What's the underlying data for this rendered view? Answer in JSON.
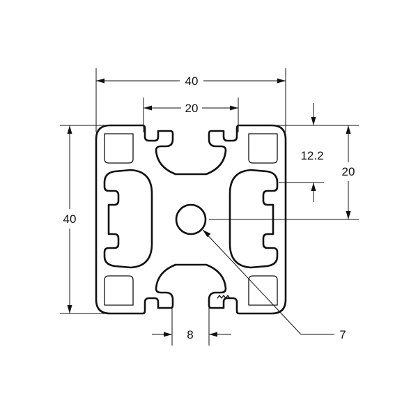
{
  "diagram": {
    "dimensions": {
      "overall_width": "40",
      "slot_spacing": "20",
      "overall_height": "40",
      "slot_depth": "12.2",
      "half_height": "20",
      "slot_opening": "8",
      "center_bore": "7"
    },
    "colors": {
      "line": "#111111",
      "background": "#ffffff"
    }
  }
}
